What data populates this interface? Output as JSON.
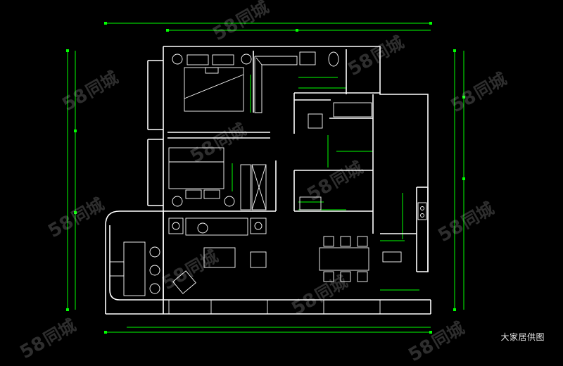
{
  "caption": "大家居供图",
  "watermark": {
    "num": "58",
    "text": "同城"
  },
  "colors": {
    "background": "#000000",
    "wall": "#ffffff",
    "dimension": "#00ff00"
  }
}
